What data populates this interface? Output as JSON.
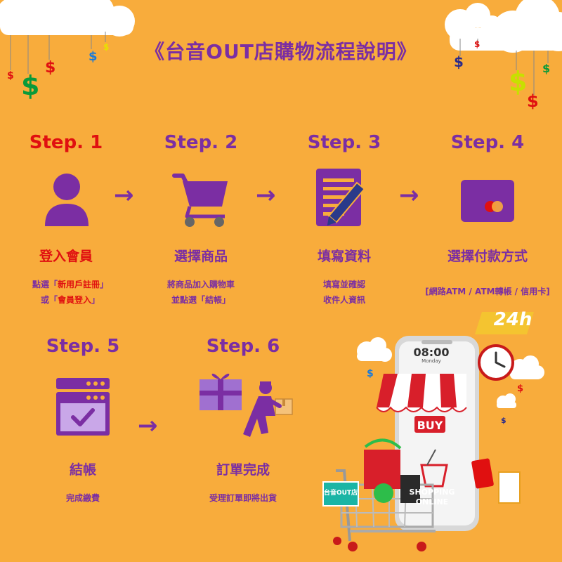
{
  "title": "《台音OUT店購物流程說明》",
  "steps": [
    {
      "label": "Step. 1",
      "name": "登入會員",
      "desc1_a": "點選「",
      "desc1_hl": "新用戶註冊",
      "desc1_b": "」",
      "desc2_a": "或「",
      "desc2_hl": "會員登入",
      "desc2_b": "」",
      "icon": "user-icon"
    },
    {
      "label": "Step. 2",
      "name": "選擇商品",
      "desc1": "將商品加入購物車",
      "desc2": "並點選「結帳」",
      "icon": "shopping-cart-icon"
    },
    {
      "label": "Step. 3",
      "name": "填寫資料",
      "desc1": "填寫並確認",
      "desc2": "收件人資訊",
      "icon": "form-pen-icon"
    },
    {
      "label": "Step. 4",
      "name": "選擇付款方式",
      "desc1": "[網路ATM / ATM轉帳 / 信用卡]",
      "icon": "credit-card-icon"
    },
    {
      "label": "Step. 5",
      "name": "結帳",
      "desc1": "完成繳費",
      "icon": "checkout-window-icon"
    },
    {
      "label": "Step. 6",
      "name": "訂單完成",
      "desc1": "受理訂單即將出貨",
      "icon": "delivery-icon"
    }
  ],
  "arrows": [
    "→",
    "→",
    "→",
    "→"
  ],
  "dollar_sign": "$",
  "illustration": {
    "phone_time": "08:00",
    "phone_day": "Monday",
    "buy_label": "BUY",
    "badge_24h": "24h",
    "shopping": "SHOPPING",
    "online": "ONLINE",
    "brand_tag": "台音OUT店"
  },
  "colors": {
    "background": "#f8ac3c",
    "purple": "#7b2ea3",
    "red": "#e01010"
  }
}
